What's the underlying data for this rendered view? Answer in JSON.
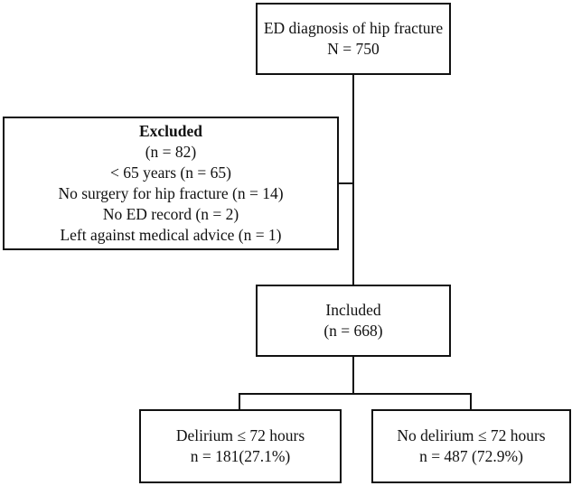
{
  "diagram": {
    "top": {
      "lines": [
        "ED diagnosis of hip fracture",
        "N = 750"
      ]
    },
    "excluded": {
      "heading": "Excluded",
      "lines": [
        "(n = 82)",
        "< 65 years (n = 65)",
        "No surgery for hip fracture (n = 14)",
        "No ED record (n = 2)",
        "Left against medical advice (n = 1)"
      ]
    },
    "included": {
      "lines": [
        "Included",
        "(n = 668)"
      ]
    },
    "delirium": {
      "lines": [
        "Delirium ≤ 72 hours",
        "n = 181(27.1%)"
      ]
    },
    "no_delirium": {
      "lines": [
        "No delirium ≤ 72 hours",
        "n = 487 (72.9%)"
      ]
    }
  }
}
